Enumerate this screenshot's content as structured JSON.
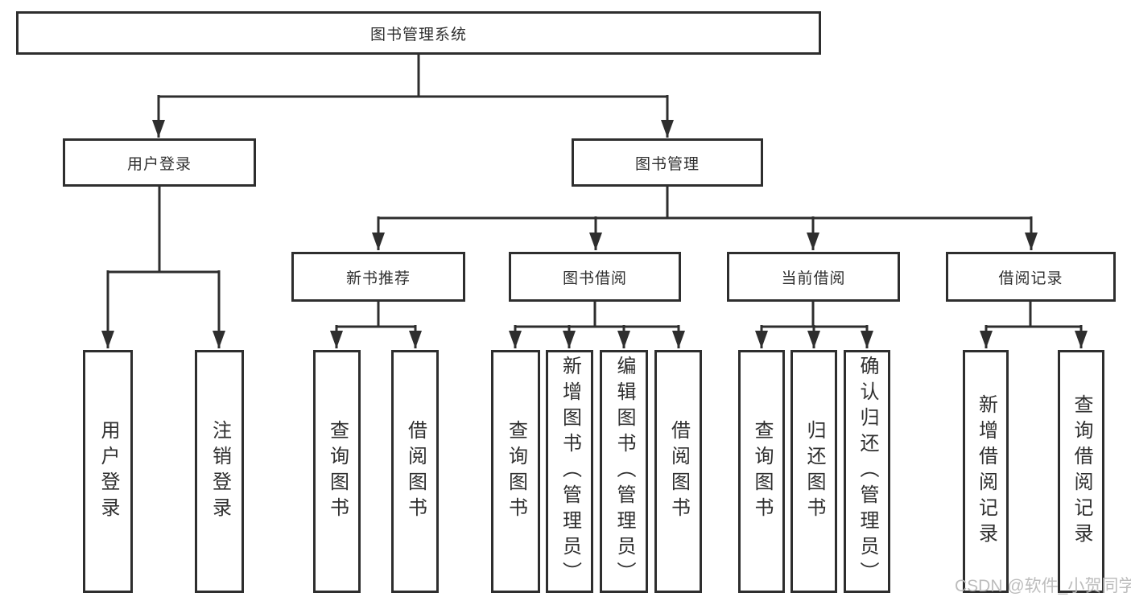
{
  "diagram": {
    "title": "图书管理系统",
    "root": "图书管理系统",
    "branches": {
      "user_login": "用户登录",
      "book_mgmt": "图书管理"
    },
    "sections": {
      "new_book": "新书推荐",
      "book_borrow": "图书借阅",
      "current_borrow": "当前借阅",
      "borrow_record": "借阅记录"
    },
    "leaves": {
      "user_login": [
        "用户登录",
        "注销登录"
      ],
      "new_book": [
        "查询图书",
        "借阅图书"
      ],
      "book_borrow": [
        "查询图书",
        "新增图书（管理员）",
        "编辑图书（管理员）",
        "借阅图书"
      ],
      "current_borrow": [
        "查询图书",
        "归还图书",
        "确认归还（管理员）"
      ],
      "borrow_record": [
        "新增借阅记录",
        "查询借阅记录"
      ]
    }
  },
  "watermark": "CSDN @软件_小贺同学",
  "colors": {
    "line": "#2e2e2e",
    "text": "#2f2f2f",
    "watermark": "#b9b9b9",
    "background": "#ffffff"
  }
}
